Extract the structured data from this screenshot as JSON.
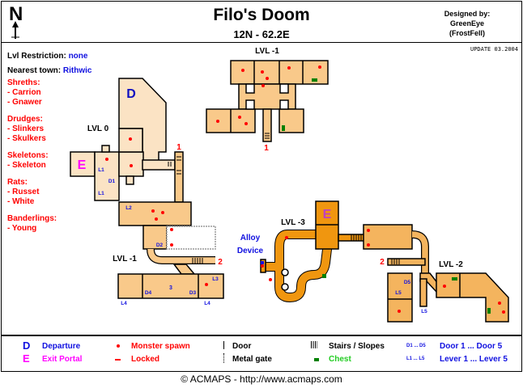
{
  "header": {
    "north": "N",
    "title": "Filo's Doom",
    "coords": "12N - 62.2E",
    "designed_by_label": "Designed by:",
    "designer": "GreenEye",
    "designer_server": "(FrostFell)"
  },
  "update": "UPDATE 03.2004",
  "info": {
    "restriction_label": "Lvl Restriction:",
    "restriction_value": "none",
    "town_label": "Nearest town:",
    "town_value": "Rithwic"
  },
  "monsters": [
    {
      "group": "Shreths:",
      "items": [
        "- Carrion",
        "- Gnawer"
      ]
    },
    {
      "group": "Drudges:",
      "items": [
        "- Slinkers",
        "- Skulkers"
      ]
    },
    {
      "group": "Skeletons:",
      "items": [
        "- Skeleton"
      ]
    },
    {
      "group": "Rats:",
      "items": [
        "- Russet",
        "- White"
      ]
    },
    {
      "group": "Banderlings:",
      "items": [
        "- Young"
      ]
    }
  ],
  "map": {
    "levels": {
      "lvl0": "LVL 0",
      "lvl_m1_top": "LVL -1",
      "lvl_m1_bottom": "LVL -1",
      "lvl_m2": "LVL -2",
      "lvl_m3": "LVL -3"
    },
    "markers": {
      "departure": "D",
      "exit": "E",
      "exit2": "E",
      "link1_a": "1",
      "link1_b": "1",
      "link2_a": "2",
      "link2_b": "2",
      "portal3": "3"
    },
    "doors": [
      "D1",
      "D2",
      "D3",
      "D4",
      "D5"
    ],
    "levers": [
      "L1",
      "L1",
      "L2",
      "L3",
      "L4",
      "L4",
      "L5",
      "L5"
    ],
    "alloy_line1": "Alloy",
    "alloy_line2": "Device"
  },
  "legend": {
    "departure_glyph": "D",
    "departure": "Departure",
    "exit_glyph": "E",
    "exit": "Exit Portal",
    "spawn": "Monster spawn",
    "locked": "Locked",
    "door": "Door",
    "gate": "Metal gate",
    "stairs": "Stairs / Slopes",
    "chest": "Chest",
    "doors_glyph": "D1 ... D5",
    "doors": "Door 1 ... Door 5",
    "levers_glyph": "L1 ... L5",
    "levers": "Lever 1 ... Lever 5"
  },
  "footer": "© ACMAPS - http://www.acmaps.com",
  "colors": {
    "room_light": "#fbe3c4",
    "room": "#f9c98a",
    "room_dark": "#f0960f",
    "spawn": "#ff0000",
    "chest": "#008000",
    "link": "#1010e0"
  }
}
